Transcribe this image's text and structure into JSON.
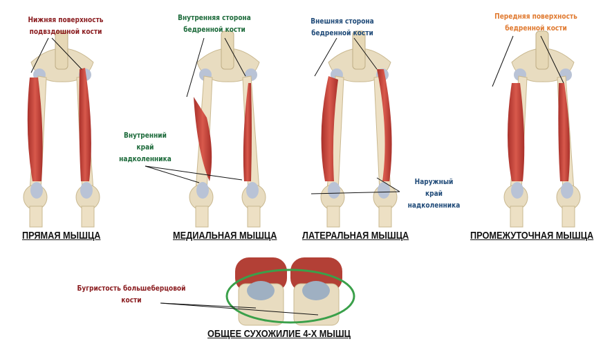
{
  "labels": {
    "rectus_origin": [
      "Нижняя поверхность",
      "подвздошной кости"
    ],
    "medial_origin": [
      "Внутренняя сторона",
      "бедренной кости"
    ],
    "lateral_origin": [
      "Внешняя сторона",
      "бедренной кости"
    ],
    "intermedius_origin": [
      "Передняя поверхность",
      "бедренной кости"
    ],
    "medial_insertion": [
      "Внутренний",
      "край",
      "надколенника"
    ],
    "lateral_insertion": [
      "Наружный",
      "край",
      "надколенника"
    ],
    "tuberosity": [
      "Бугристость большеберцовой",
      "кости"
    ]
  },
  "captions": {
    "rectus": "ПРЯМАЯ МЫШЦА",
    "medial": "МЕДИАЛЬНАЯ МЫШЦА",
    "lateral": "ЛАТЕРАЛЬНАЯ МЫШЦА",
    "intermedius": "ПРОМЕЖУТОЧНАЯ МЫШЦА",
    "tendon": "ОБЩЕЕ СУХОЖИЛИЕ 4-Х МЫШЦ"
  },
  "colors": {
    "muscle": "#c9493f",
    "bone": "#ede0c4",
    "patella": "#b9c3d6",
    "ring": "#3aa04a"
  }
}
